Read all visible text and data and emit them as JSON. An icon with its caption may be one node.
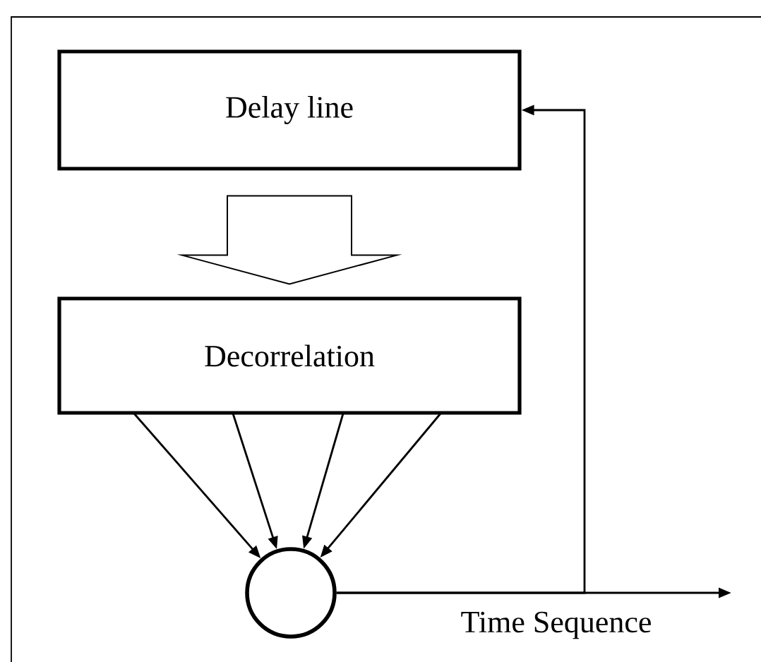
{
  "diagram": {
    "nodes": [
      {
        "text": [
          "Delay line"
        ]
      },
      {
        "text": [
          "Decorrelation"
        ]
      },
      {
        "text": [],
        "shape": "circle"
      }
    ],
    "edges": [
      {
        "from": 0,
        "to": 1,
        "arrow": "to"
      },
      {
        "from": 1,
        "to": 2,
        "arrow": "to"
      },
      {
        "from": 1,
        "to": 2,
        "arrow": "to"
      },
      {
        "from": 1,
        "to": 2,
        "arrow": "to"
      },
      {
        "from": 1,
        "to": 2,
        "arrow": "to"
      },
      {
        "from": 2,
        "to": null,
        "arrow": "to",
        "label": "Time Sequence"
      },
      {
        "from": 2,
        "to": 0,
        "arrow": "to"
      }
    ]
  }
}
